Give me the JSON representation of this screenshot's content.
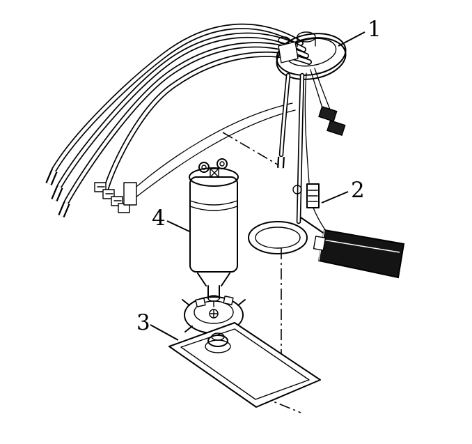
{
  "diagram": {
    "callouts": [
      {
        "label": "1"
      },
      {
        "label": "2"
      },
      {
        "label": "3"
      },
      {
        "label": "4"
      }
    ],
    "colors": {
      "line": "#000000",
      "background": "#ffffff",
      "float_fill": "#141414",
      "connector_fill": "#1e1e1e"
    }
  }
}
